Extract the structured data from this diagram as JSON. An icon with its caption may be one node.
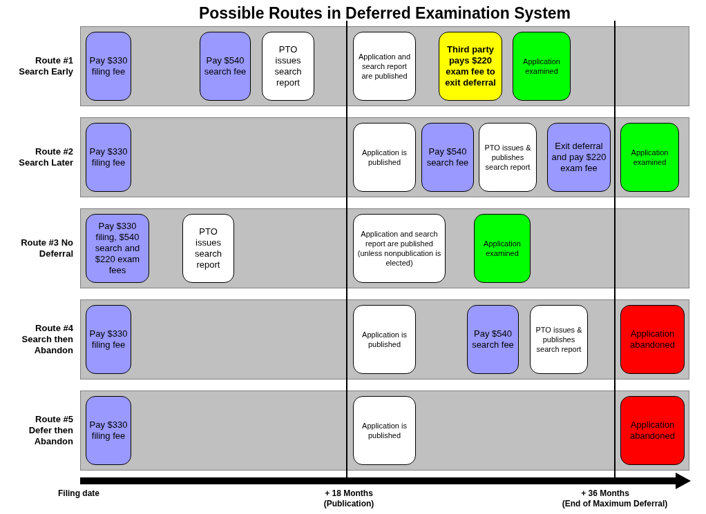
{
  "diagram": {
    "title": "Possible Routes in Deferred Examination System",
    "nodes": [
      {
        "text": [
          "Route #1 Search Early"
        ]
      },
      {
        "text": [
          "Pay $330 filing fee"
        ],
        "in": 0
      },
      {
        "text": [
          "Pay $540 search fee"
        ],
        "in": 0
      },
      {
        "text": [
          "PTO issues search report"
        ],
        "in": 0
      },
      {
        "text": [
          "Application and search report are published"
        ],
        "in": 0
      },
      {
        "text": [
          "Third party pays $220 exam fee to exit deferral"
        ],
        "in": 0
      },
      {
        "text": [
          "Application examined"
        ],
        "in": 0
      },
      {
        "text": [
          "Route #2 Search Later"
        ]
      },
      {
        "text": [
          "Pay $330 filing fee"
        ],
        "in": 7
      },
      {
        "text": [
          "Application is published"
        ],
        "in": 7
      },
      {
        "text": [
          "Pay $540 search fee"
        ],
        "in": 7
      },
      {
        "text": [
          "PTO issues & publishes search report"
        ],
        "in": 7
      },
      {
        "text": [
          "Exit deferral and pay $220 exam fee"
        ],
        "in": 7
      },
      {
        "text": [
          "Application examined"
        ],
        "in": 7
      },
      {
        "text": [
          "Route #3 No Deferral"
        ]
      },
      {
        "text": [
          "Pay $330 filing, $540 search and $220 exam fees"
        ],
        "in": 14
      },
      {
        "text": [
          "PTO issues search report"
        ],
        "in": 14
      },
      {
        "text": [
          "Application and search report are published (unless nonpublication is elected)"
        ],
        "in": 14
      },
      {
        "text": [
          "Application examined"
        ],
        "in": 14
      },
      {
        "text": [
          "Route #4 Search then Abandon"
        ]
      },
      {
        "text": [
          "Pay $330 filing fee"
        ],
        "in": 19
      },
      {
        "text": [
          "Application is published"
        ],
        "in": 19
      },
      {
        "text": [
          "Pay $540 search fee"
        ],
        "in": 19
      },
      {
        "text": [
          "PTO issues & publishes search report"
        ],
        "in": 19
      },
      {
        "text": [
          "Application abandoned"
        ],
        "in": 19
      },
      {
        "text": [
          "Route #5 Defer then Abandon"
        ]
      },
      {
        "text": [
          "Pay $330 filing fee"
        ],
        "in": 25
      },
      {
        "text": [
          "Application is published"
        ],
        "in": 25
      },
      {
        "text": [
          "Application abandoned"
        ],
        "in": 25
      }
    ],
    "labels": [
      "Filing date",
      "+ 18 Months",
      "(Publication)",
      "+ 36 Months",
      "(End of Maximum Deferral)"
    ]
  }
}
